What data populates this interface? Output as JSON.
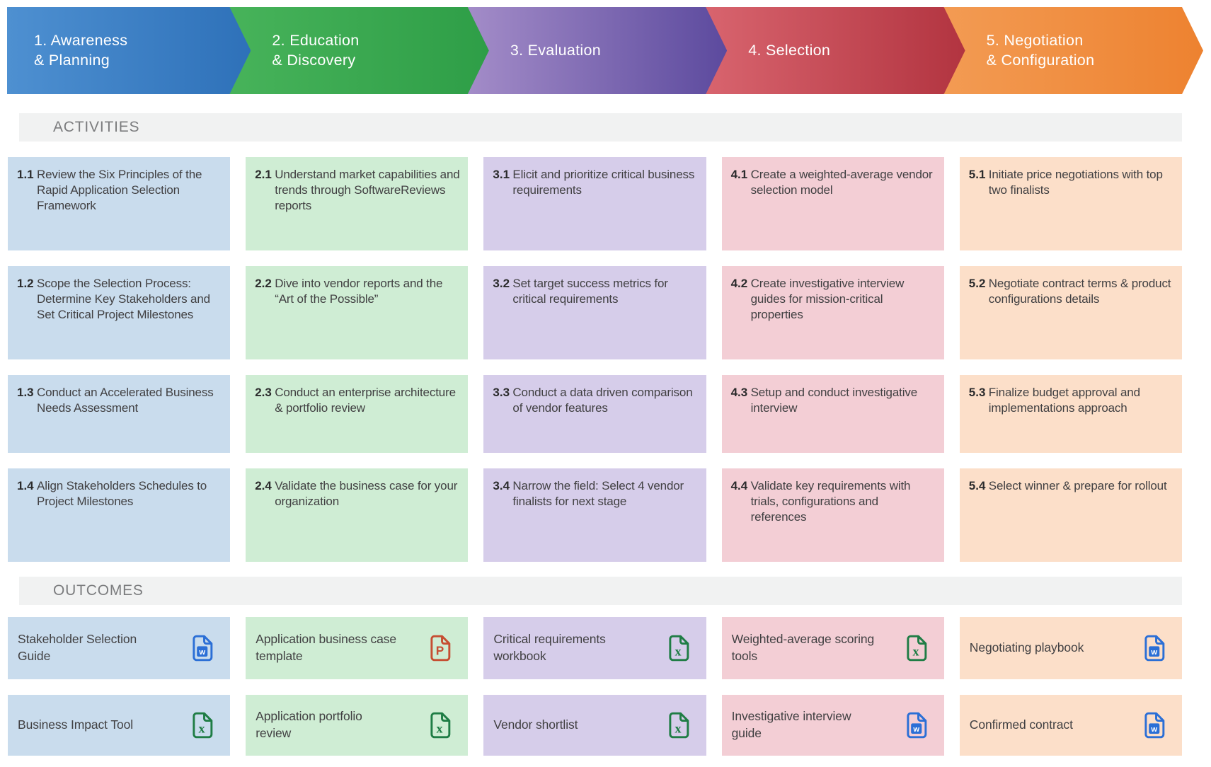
{
  "phases": [
    {
      "label": "1. Awareness\n& Planning",
      "gradient": [
        "#4E90D1",
        "#2E71B9"
      ]
    },
    {
      "label": "2. Education\n& Discovery",
      "gradient": [
        "#47B35A",
        "#2E9E47"
      ]
    },
    {
      "label": "3. Evaluation",
      "gradient": [
        "#A38CC8",
        "#5C4A9E"
      ]
    },
    {
      "label": "4. Selection",
      "gradient": [
        "#D8646E",
        "#B23440"
      ]
    },
    {
      "label": "5. Negotiation\n& Configuration",
      "gradient": [
        "#F39B53",
        "#ED8230"
      ]
    }
  ],
  "sections": {
    "activities": "ACTIVITIES",
    "outcomes": "OUTCOMES"
  },
  "activities": [
    [
      {
        "num": "1.1",
        "text": "Review the Six Principles of the Rapid Application Selection Framework"
      },
      {
        "num": "1.2",
        "text": "Scope the Selection Process: Determine Key Stakeholders and Set Critical Project Milestones"
      },
      {
        "num": "1.3",
        "text": "Conduct an Accelerated Business Needs Assessment"
      },
      {
        "num": "1.4",
        "text": "Align Stakeholders Schedules to Project Milestones"
      }
    ],
    [
      {
        "num": "2.1",
        "text": "Understand market capabilities and trends through SoftwareReviews reports"
      },
      {
        "num": "2.2",
        "text": "Dive into vendor reports and the “Art of the Possible”"
      },
      {
        "num": "2.3",
        "text": "Conduct an enterprise architecture & portfolio review"
      },
      {
        "num": "2.4",
        "text": "Validate the business case for your organization"
      }
    ],
    [
      {
        "num": "3.1",
        "text": "Elicit and prioritize critical business requirements"
      },
      {
        "num": "3.2",
        "text": "Set target success metrics for critical requirements"
      },
      {
        "num": "3.3",
        "text": "Conduct a data driven comparison of vendor features"
      },
      {
        "num": "3.4",
        "text": "Narrow the field: Select 4 vendor finalists for next stage"
      }
    ],
    [
      {
        "num": "4.1",
        "text": "Create a weighted-average vendor selection model"
      },
      {
        "num": "4.2",
        "text": "Create investigative interview guides for mission-critical properties"
      },
      {
        "num": "4.3",
        "text": "Setup and conduct investigative interview"
      },
      {
        "num": "4.4",
        "text": "Validate key requirements with trials, configurations and references"
      }
    ],
    [
      {
        "num": "5.1",
        "text": "Initiate price negotiations with top two finalists"
      },
      {
        "num": "5.2",
        "text": "Negotiate contract terms & product configurations details"
      },
      {
        "num": "5.3",
        "text": "Finalize budget approval and implementations approach"
      },
      {
        "num": "5.4",
        "text": "Select winner & prepare for rollout"
      }
    ]
  ],
  "outcomes": [
    [
      {
        "label": "Stakeholder Selection Guide",
        "icon": "word-doc-icon"
      },
      {
        "label": "Business Impact Tool",
        "icon": "excel-spreadsheet-icon"
      }
    ],
    [
      {
        "label": "Application business case template",
        "icon": "powerpoint-icon"
      },
      {
        "label": "Application portfolio review",
        "icon": "excel-spreadsheet-icon"
      }
    ],
    [
      {
        "label": "Critical requirements workbook",
        "icon": "excel-spreadsheet-icon"
      },
      {
        "label": "Vendor shortlist",
        "icon": "excel-spreadsheet-icon"
      }
    ],
    [
      {
        "label": "Weighted-average scoring tools",
        "icon": "excel-spreadsheet-icon"
      },
      {
        "label": "Investigative interview guide",
        "icon": "word-doc-icon"
      }
    ],
    [
      {
        "label": "Negotiating playbook",
        "icon": "word-doc-icon"
      },
      {
        "label": "Confirmed contract",
        "icon": "word-doc-icon"
      }
    ]
  ],
  "colors": {
    "card_blue": "#C9DCED",
    "card_green": "#CFEDD4",
    "card_purple": "#D6CDEA",
    "card_pink": "#F3CED5",
    "card_peach": "#FCDFC9",
    "word_icon": "#2B6FD6",
    "excel_icon": "#1F7D45",
    "powerpoint_icon": "#C64E32",
    "section_bar_bg": "#F1F2F2",
    "section_label": "#7B7C7E",
    "body_text": "#414042"
  }
}
